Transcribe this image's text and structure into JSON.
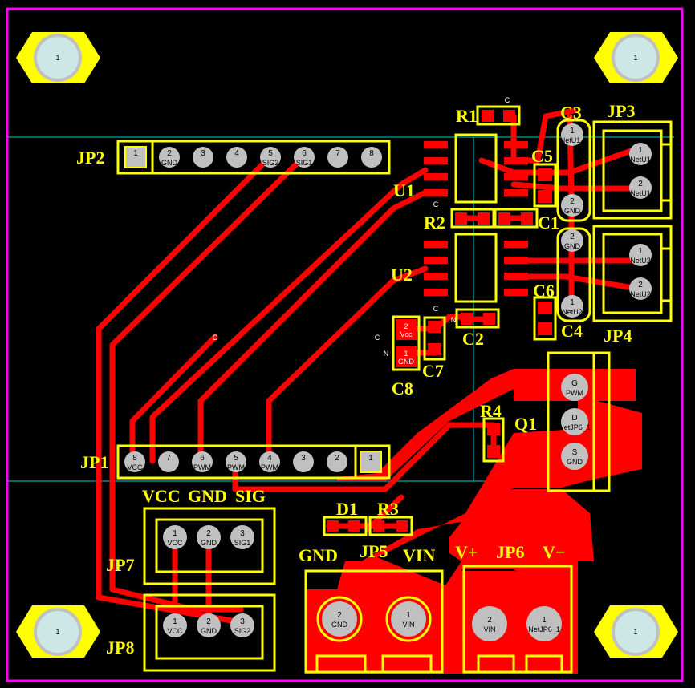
{
  "labels": {
    "jp1": "JP1",
    "jp2": "JP2",
    "jp3": "JP3",
    "jp4": "JP4",
    "jp5": "JP5",
    "jp6": "JP6",
    "jp7": "JP7",
    "jp8": "JP8",
    "u1": "U1",
    "u2": "U2",
    "r1": "R1",
    "r2": "R2",
    "r3": "R3",
    "r4": "R4",
    "c1": "C1",
    "c2": "C2",
    "c3": "C3",
    "c4": "C4",
    "c5": "C5",
    "c6": "C6",
    "c7": "C7",
    "c8": "C8",
    "d1": "D1",
    "q1": "Q1",
    "vcc": "VCC",
    "gnd": "GND",
    "sig": "SIG",
    "jp5_gnd": "GND",
    "jp5_vin": "VIN",
    "jp6_vplus": "V+",
    "jp6_vminus": "V−"
  },
  "jp2_pins": [
    {
      "num": "1",
      "net": ""
    },
    {
      "num": "2",
      "net": "GND"
    },
    {
      "num": "3",
      "net": ""
    },
    {
      "num": "4",
      "net": ""
    },
    {
      "num": "5",
      "net": "SIG2"
    },
    {
      "num": "6",
      "net": "SIG1"
    },
    {
      "num": "7",
      "net": ""
    },
    {
      "num": "8",
      "net": ""
    }
  ],
  "jp1_pins": [
    {
      "num": "8",
      "net": "VCC"
    },
    {
      "num": "7",
      "net": ""
    },
    {
      "num": "6",
      "net": "PWM"
    },
    {
      "num": "5",
      "net": "PWM"
    },
    {
      "num": "4",
      "net": "PWM"
    },
    {
      "num": "3",
      "net": ""
    },
    {
      "num": "2",
      "net": ""
    },
    {
      "num": "1",
      "net": ""
    }
  ],
  "jp7_pins": [
    {
      "num": "1",
      "net": "VCC"
    },
    {
      "num": "2",
      "net": "GND"
    },
    {
      "num": "3",
      "net": "SIG1"
    }
  ],
  "jp8_pins": [
    {
      "num": "1",
      "net": "VCC"
    },
    {
      "num": "2",
      "net": "GND"
    },
    {
      "num": "3",
      "net": "SIG2"
    }
  ],
  "jp3_pins": [
    {
      "num": "1",
      "net": "NetU1"
    },
    {
      "num": "2",
      "net": "NetU1"
    }
  ],
  "jp4_pins": [
    {
      "num": "1",
      "net": "NetU2"
    },
    {
      "num": "2",
      "net": "NetU2"
    }
  ],
  "c3_pins": [
    {
      "num": "1",
      "net": "NetU1_"
    },
    {
      "num": "2",
      "net": "GND"
    }
  ],
  "c4_pins": [
    {
      "num": "2",
      "net": "GND"
    },
    {
      "num": "1",
      "net": "NetU2"
    }
  ],
  "q1_pins": [
    {
      "num": "G",
      "net": "PWM"
    },
    {
      "num": "D",
      "net": "NetJP6_1"
    },
    {
      "num": "S",
      "net": "GND"
    }
  ],
  "c8_pins": [
    {
      "num": "2",
      "net": "Vcc"
    },
    {
      "num": "1",
      "net": "GND"
    }
  ],
  "jp5_pins": [
    {
      "num": "2",
      "net": "GND"
    },
    {
      "num": "1",
      "net": "VIN"
    }
  ],
  "jp6_pins": [
    {
      "num": "2",
      "net": "VIN"
    },
    {
      "num": "1",
      "net": "NetJP6_1"
    }
  ],
  "mount_holes": [
    "1",
    "1",
    "1",
    "1"
  ],
  "markers": {
    "c": "C",
    "n": "N"
  }
}
